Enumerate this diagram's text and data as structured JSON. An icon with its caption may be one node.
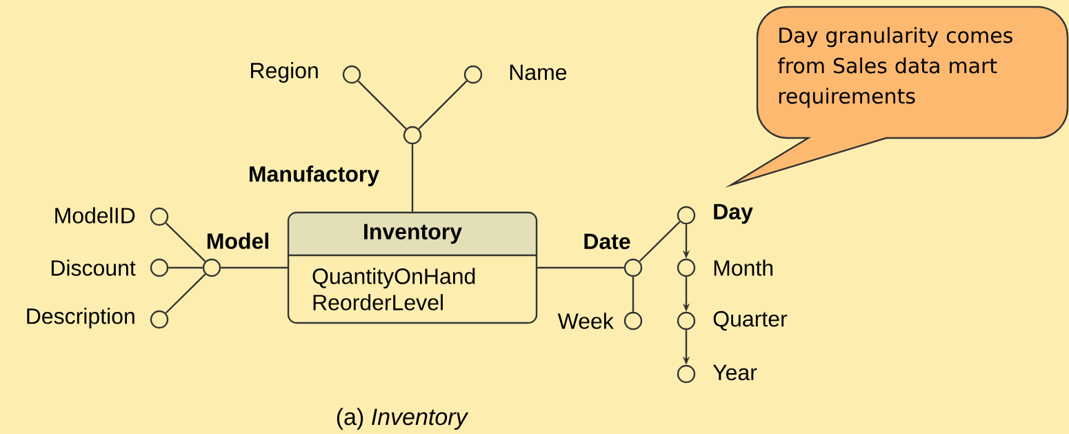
{
  "diagram": {
    "caption": "(a) *Inventory*",
    "nodes": [
      {
        "text": [
          "Inventory",
          "QuantityOnHand ReorderLevel"
        ]
      },
      {
        "text": [],
        "shape": "circle",
        "beside": [
          "Manufactory"
        ]
      },
      {
        "text": [],
        "shape": "circle",
        "beside": [
          "Region"
        ]
      },
      {
        "text": [],
        "shape": "circle",
        "beside": [
          "Name"
        ]
      },
      {
        "text": [],
        "shape": "circle",
        "beside": [
          "Model"
        ]
      },
      {
        "text": [],
        "shape": "circle",
        "beside": [
          "ModelID"
        ]
      },
      {
        "text": [],
        "shape": "circle",
        "beside": [
          "Discount"
        ]
      },
      {
        "text": [],
        "shape": "circle",
        "beside": [
          "Description"
        ]
      },
      {
        "text": [],
        "shape": "circle",
        "beside": [
          "Date"
        ]
      },
      {
        "text": [],
        "shape": "circle",
        "beside": [
          "Day"
        ]
      },
      {
        "text": [],
        "shape": "circle",
        "beside": [
          "Month"
        ]
      },
      {
        "text": [],
        "shape": "circle",
        "beside": [
          "Quarter"
        ]
      },
      {
        "text": [],
        "shape": "circle",
        "beside": [
          "Year"
        ]
      },
      {
        "text": [],
        "shape": "circle",
        "beside": [
          "Week"
        ]
      },
      {
        "text": [
          "Day granularity comes from Sales data mart requirements"
        ]
      }
    ],
    "edges": [
      {
        "from": 1,
        "to": 2,
        "arrow": "none"
      },
      {
        "from": 1,
        "to": 3,
        "arrow": "none"
      },
      {
        "from": 0,
        "to": 1,
        "arrow": "none"
      },
      {
        "from": 4,
        "to": 5,
        "arrow": "none"
      },
      {
        "from": 4,
        "to": 6,
        "arrow": "none"
      },
      {
        "from": 4,
        "to": 7,
        "arrow": "none"
      },
      {
        "from": 0,
        "to": 4,
        "arrow": "none"
      },
      {
        "from": 0,
        "to": 8,
        "arrow": "none"
      },
      {
        "from": 8,
        "to": 9,
        "arrow": "none"
      },
      {
        "from": 8,
        "to": 13,
        "arrow": "none"
      },
      {
        "from": 9,
        "to": 10,
        "arrow": "to"
      },
      {
        "from": 10,
        "to": 11,
        "arrow": "to"
      },
      {
        "from": 11,
        "to": 12,
        "arrow": "to"
      }
    ]
  }
}
